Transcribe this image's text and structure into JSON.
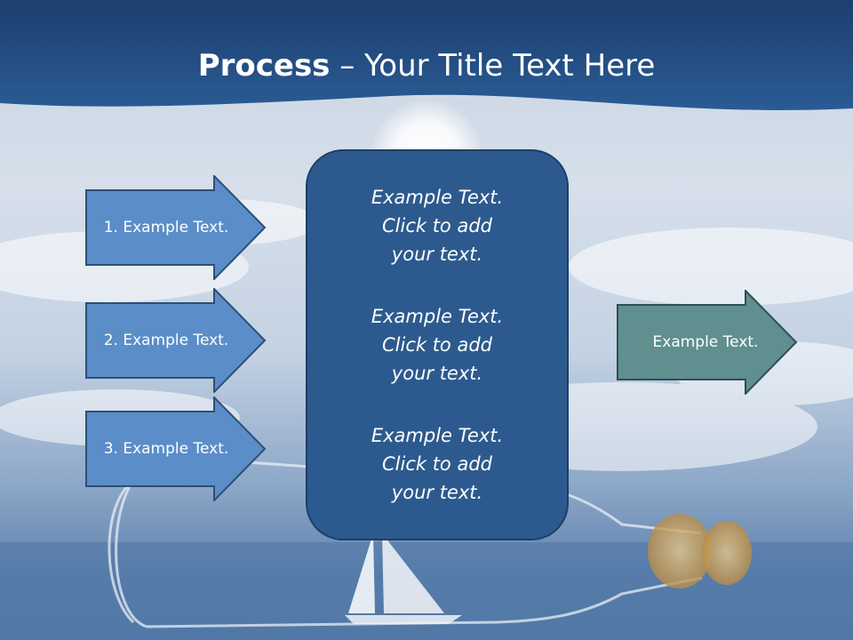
{
  "slide": {
    "title_bold": "Process",
    "title_rest": " – Your Title Text Here"
  },
  "steps": [
    {
      "label": "1. Example Text."
    },
    {
      "label": "2. Example Text."
    },
    {
      "label": "3. Example Text."
    }
  ],
  "center": {
    "paragraphs": [
      {
        "lines": [
          "Example Text.",
          "Click  to add",
          "your text."
        ]
      },
      {
        "lines": [
          "Example Text.",
          "Click  to add",
          "your text."
        ]
      },
      {
        "lines": [
          "Example Text.",
          "Click  to add",
          "your text."
        ]
      }
    ]
  },
  "result": {
    "label": "Example Text."
  },
  "colors": {
    "header_band": "#1f4f85",
    "step_arrow_fill": "#5b8ec8",
    "step_arrow_stroke": "#2c4f79",
    "center_box_fill": "#2d5a8e",
    "result_arrow_fill": "#5f8f8f",
    "result_arrow_stroke": "#2f4f55"
  }
}
